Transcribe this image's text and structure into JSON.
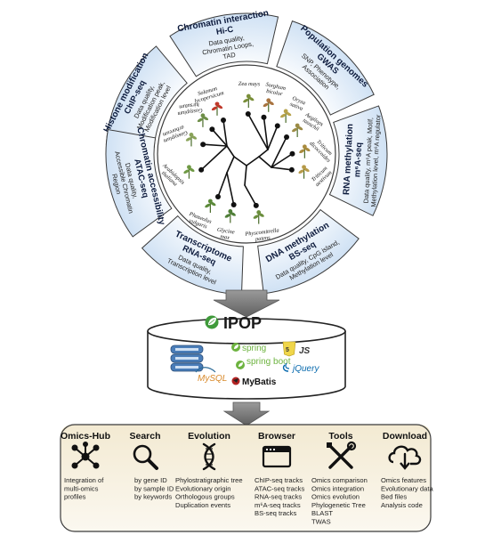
{
  "segments": [
    {
      "title": "Histone modification",
      "sub": "ChIP-seq",
      "desc": [
        "Data quality,",
        "Modification peak,",
        "Modification level"
      ]
    },
    {
      "title": "Chromatin interaction",
      "sub": "Hi-C",
      "desc": [
        "Data quality,",
        "Chromatin Loops,",
        "TAD"
      ]
    },
    {
      "title": "Population genomes",
      "sub": "GWAS",
      "desc": [
        "SNP, Phenotype,",
        "Association"
      ]
    },
    {
      "title": "RNA methylation",
      "sub": "m⁶A-seq",
      "desc": [
        "Data quality, m⁶A peak, Motif,",
        "Methylation level, m⁶A regulator"
      ]
    },
    {
      "title": "DNA methylation",
      "sub": "BS-seq",
      "desc": [
        "Data quality, CpG island,",
        "Methylation level"
      ]
    },
    {
      "title": "Transcriptome",
      "sub": "RNA-seq",
      "desc": [
        "Data quality,",
        "Transcription level"
      ]
    },
    {
      "title": "Chromatin accessibility",
      "sub": "ATAC-seq",
      "desc": [
        "Data quality,",
        "Accessible Chromatin",
        "Region"
      ]
    }
  ],
  "species": [
    [
      "Solanum",
      "lycopersicum"
    ],
    [
      "Zea mays"
    ],
    [
      "Sorghum",
      "bicolor"
    ],
    [
      "Oryza",
      "sativa"
    ],
    [
      "Aegilops",
      "tauschii"
    ],
    [
      "Triticum",
      "dicoccoides"
    ],
    [
      "Triticum",
      "aestivum"
    ],
    [
      "Physcomitrella",
      "patens"
    ],
    [
      "Glycine",
      "max"
    ],
    [
      "Phaseolus",
      "vulgaris"
    ],
    [
      "Arabidopsis",
      "thaliana"
    ],
    [
      "Gossypium",
      "arboreum"
    ],
    [
      "Gossypium",
      "hirsutum"
    ]
  ],
  "ipop": {
    "name": "IPOP",
    "tech": {
      "spring": "spring",
      "springboot": "spring boot",
      "js": "JS",
      "jquery": "jQuery",
      "mybatis": "MyBatis",
      "mysql": "MySQL"
    }
  },
  "columns": [
    {
      "title": "Omics-Hub",
      "icon": "network-icon",
      "items": [
        "Integration of",
        "multi-omics",
        "profiles"
      ]
    },
    {
      "title": "Search",
      "icon": "magnifier-icon",
      "items": [
        "by gene ID",
        "by sample ID",
        "by keywords"
      ]
    },
    {
      "title": "Evolution",
      "icon": "dna-icon",
      "items": [
        "Phylostratigraphic tree",
        "Evolutionary origin",
        "Orthologous groups",
        "Duplication events"
      ]
    },
    {
      "title": "Browser",
      "icon": "browser-window-icon",
      "items": [
        "ChIP-seq tracks",
        "ATAC-seq tracks",
        "RNA-seq tracks",
        "m⁶A-seq tracks",
        "BS-seq tracks"
      ]
    },
    {
      "title": "Tools",
      "icon": "tools-icon",
      "items": [
        "Omics comparison",
        "Omics integration",
        "Omics evolution",
        "Phylogenetic Tree",
        "BLAST",
        "TWAS"
      ]
    },
    {
      "title": "Download",
      "icon": "cloud-download-icon",
      "items": [
        "Omics features",
        "Evolutionary data",
        "Bed files",
        "Analysis code"
      ]
    }
  ],
  "colors": {
    "segment_fill": "#dce9f7",
    "segment_stroke": "#3b3b3b",
    "db_fill": "#ffffff",
    "panel_fill": "#f6f1e3",
    "arrow": "#777777"
  }
}
